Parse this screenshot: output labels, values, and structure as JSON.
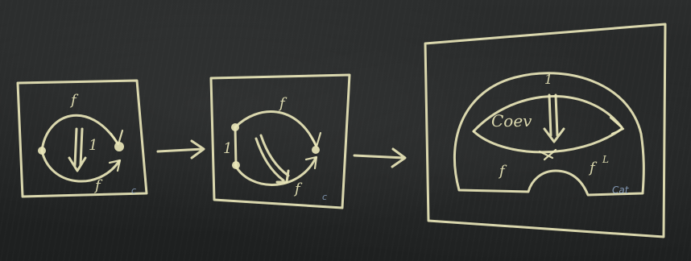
{
  "panel1": {
    "top_label": "f",
    "center_label": "1",
    "bottom_label": "f",
    "corner_label": "c"
  },
  "panel2": {
    "top_label": "f",
    "left_label": "1",
    "bottom_label": "f",
    "corner_label": "c"
  },
  "panel3": {
    "top_label": "1",
    "center_label": "Coev",
    "bottom_left_label": "f",
    "bottom_right_label": "f",
    "bottom_right_superscript": "L",
    "corner_label": "Cat"
  }
}
